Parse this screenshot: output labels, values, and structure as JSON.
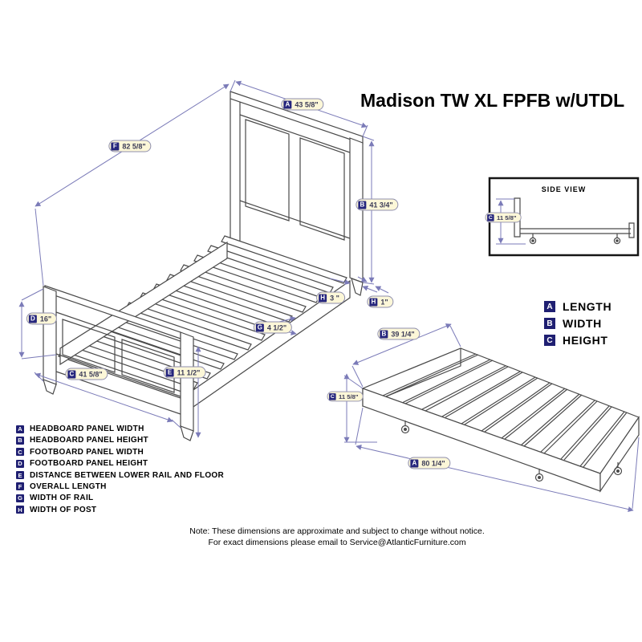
{
  "title": "Madison TW XL FPFB w/UTDL",
  "side_view": {
    "label": "SIDE VIEW",
    "dim": {
      "letter": "C",
      "value": "11 5/8\""
    }
  },
  "size_legend": {
    "items": [
      {
        "letter": "A",
        "label": "LENGTH"
      },
      {
        "letter": "B",
        "label": "WIDTH"
      },
      {
        "letter": "C",
        "label": "HEIGHT"
      }
    ]
  },
  "parts_legend": {
    "items": [
      {
        "letter": "A",
        "label": "HEADBOARD PANEL WIDTH"
      },
      {
        "letter": "B",
        "label": "HEADBOARD PANEL HEIGHT"
      },
      {
        "letter": "C",
        "label": "FOOTBOARD PANEL WIDTH"
      },
      {
        "letter": "D",
        "label": "FOOTBOARD PANEL HEIGHT"
      },
      {
        "letter": "E",
        "label": "DISTANCE BETWEEN LOWER RAIL AND FLOOR"
      },
      {
        "letter": "F",
        "label": "OVERALL LENGTH"
      },
      {
        "letter": "G",
        "label": "WIDTH OF RAIL"
      },
      {
        "letter": "H",
        "label": "WIDTH OF POST"
      }
    ]
  },
  "bed_dims": {
    "headboard_width": {
      "letter": "A",
      "value": "43 5/8\""
    },
    "overall_length": {
      "letter": "F",
      "value": "82 5/8\""
    },
    "headboard_height": {
      "letter": "B",
      "value": "41 3/4\""
    },
    "post_width": {
      "letter": "H",
      "value": "3 \""
    },
    "rail_thickness": {
      "letter": "H",
      "value": "1\""
    },
    "rail_width": {
      "letter": "G",
      "value": "4 1/2\""
    },
    "footboard_height": {
      "letter": "D",
      "value": "16\""
    },
    "footboard_width": {
      "letter": "C",
      "value": "41 5/8\""
    },
    "rail_to_floor": {
      "letter": "E",
      "value": "11 1/2\""
    }
  },
  "trundle_dims": {
    "width": {
      "letter": "B",
      "value": "39 1/4\""
    },
    "height": {
      "letter": "C",
      "value": "11 5/8\""
    },
    "length": {
      "letter": "A",
      "value": "80 1/4\""
    }
  },
  "note": {
    "line1": "Note:  These dimensions are approximate and subject to change without notice.",
    "line2": "For exact dimensions please email to Service@AtlanticFurniture.com"
  }
}
